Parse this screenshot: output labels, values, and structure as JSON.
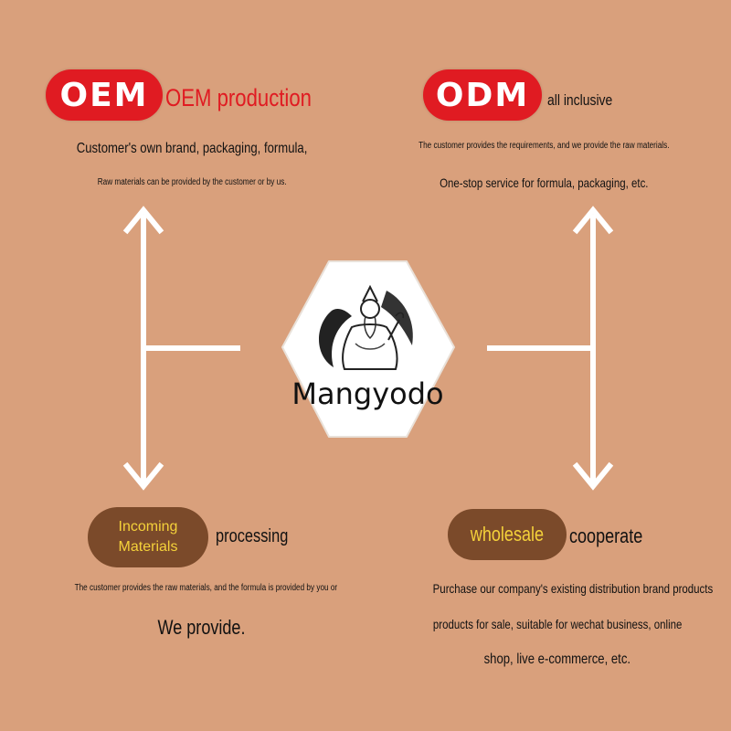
{
  "oem": {
    "badge": "OEM",
    "title": "OEM production",
    "line1": "Customer's own brand, packaging, formula,",
    "line2": "Raw materials can be provided by the customer or by us."
  },
  "odm": {
    "badge": "ODM",
    "title": "all inclusive",
    "line1": "The customer provides the requirements, and we provide the raw materials.",
    "line2": "One-stop service for formula, packaging, etc."
  },
  "incoming": {
    "badge_line1": "Incoming",
    "badge_line2": "Materials",
    "title": "processing",
    "line1": "The customer provides the raw materials, and the formula is provided by you or",
    "line2": "We provide."
  },
  "wholesale": {
    "badge": "wholesale",
    "title": "cooperate",
    "line1": "Purchase our company's existing distribution brand products",
    "line2": "products for sale, suitable for wechat business, online",
    "line3": "shop, live e-commerce, etc."
  },
  "center": {
    "brand": "Mangyodo",
    "logo_icon": "ink-sage-portrait-icon"
  },
  "colors": {
    "background": "#d9a07c",
    "red_badge": "#e01b22",
    "brown_badge": "#7b4a2a",
    "badge_yellow_text": "#f4d13a",
    "arrows": "#ffffff"
  }
}
